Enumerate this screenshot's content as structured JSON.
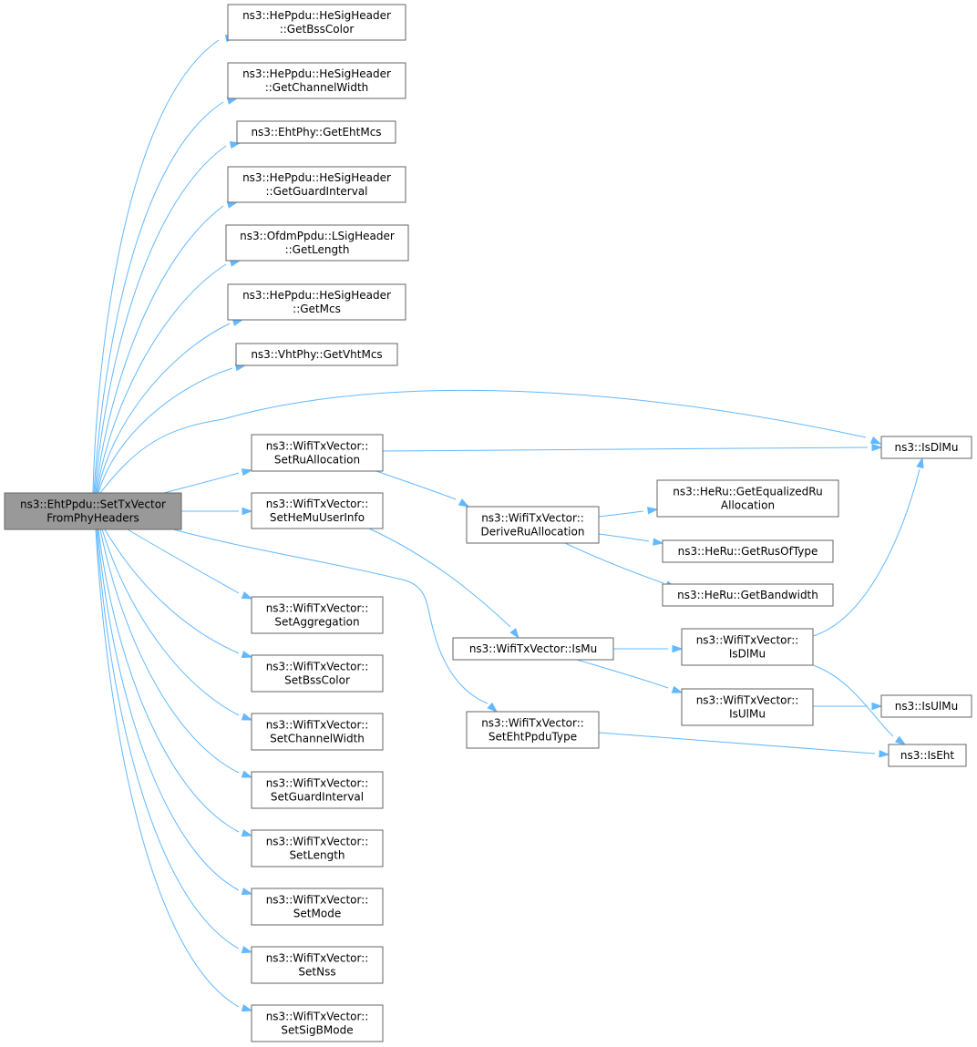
{
  "diagram": {
    "type": "call-graph",
    "edge_color": "#63b8ff",
    "root_fill": "#999999",
    "node_border": "#666666",
    "nodes": [
      {
        "id": "root",
        "lines": [
          "ns3::EhtPpdu::SetTxVector",
          "FromPhyHeaders"
        ],
        "root": true
      },
      {
        "id": "he_getbsscolor",
        "lines": [
          "ns3::HePpdu::HeSigHeader",
          "::GetBssColor"
        ]
      },
      {
        "id": "he_getchannelwidth",
        "lines": [
          "ns3::HePpdu::HeSigHeader",
          "::GetChannelWidth"
        ]
      },
      {
        "id": "eht_getehtmcs",
        "lines": [
          "ns3::EhtPhy::GetEhtMcs"
        ]
      },
      {
        "id": "he_getguardinterval",
        "lines": [
          "ns3::HePpdu::HeSigHeader",
          "::GetGuardInterval"
        ]
      },
      {
        "id": "ofdm_getlength",
        "lines": [
          "ns3::OfdmPpdu::LSigHeader",
          "::GetLength"
        ]
      },
      {
        "id": "he_getmcs",
        "lines": [
          "ns3::HePpdu::HeSigHeader",
          "::GetMcs"
        ]
      },
      {
        "id": "vht_getvhtmcs",
        "lines": [
          "ns3::VhtPhy::GetVhtMcs"
        ]
      },
      {
        "id": "setruallocation",
        "lines": [
          "ns3::WifiTxVector::",
          "SetRuAllocation"
        ]
      },
      {
        "id": "isdlmu_free",
        "lines": [
          "ns3::IsDlMu"
        ]
      },
      {
        "id": "sethemuuserinfo",
        "lines": [
          "ns3::WifiTxVector::",
          "SetHeMuUserInfo"
        ]
      },
      {
        "id": "deriveruallocation",
        "lines": [
          "ns3::WifiTxVector::",
          "DeriveRuAllocation"
        ]
      },
      {
        "id": "getequalizedru",
        "lines": [
          "ns3::HeRu::GetEqualizedRu",
          "Allocation"
        ]
      },
      {
        "id": "getrusoftype",
        "lines": [
          "ns3::HeRu::GetRusOfType"
        ]
      },
      {
        "id": "getbandwidth",
        "lines": [
          "ns3::HeRu::GetBandwidth"
        ]
      },
      {
        "id": "setaggregation",
        "lines": [
          "ns3::WifiTxVector::",
          "SetAggregation"
        ]
      },
      {
        "id": "ismu",
        "lines": [
          "ns3::WifiTxVector::IsMu"
        ]
      },
      {
        "id": "txv_isdlmu",
        "lines": [
          "ns3::WifiTxVector::",
          "IsDlMu"
        ]
      },
      {
        "id": "setbsscolor",
        "lines": [
          "ns3::WifiTxVector::",
          "SetBssColor"
        ]
      },
      {
        "id": "txv_isulmu",
        "lines": [
          "ns3::WifiTxVector::",
          "IsUlMu"
        ]
      },
      {
        "id": "isulmu_free",
        "lines": [
          "ns3::IsUlMu"
        ]
      },
      {
        "id": "setchannelwidth",
        "lines": [
          "ns3::WifiTxVector::",
          "SetChannelWidth"
        ]
      },
      {
        "id": "setehtppdutype",
        "lines": [
          "ns3::WifiTxVector::",
          "SetEhtPpduType"
        ]
      },
      {
        "id": "iseht_free",
        "lines": [
          "ns3::IsEht"
        ]
      },
      {
        "id": "setguardinterval",
        "lines": [
          "ns3::WifiTxVector::",
          "SetGuardInterval"
        ]
      },
      {
        "id": "setlength",
        "lines": [
          "ns3::WifiTxVector::",
          "SetLength"
        ]
      },
      {
        "id": "setmode",
        "lines": [
          "ns3::WifiTxVector::",
          "SetMode"
        ]
      },
      {
        "id": "setnss",
        "lines": [
          "ns3::WifiTxVector::",
          "SetNss"
        ]
      },
      {
        "id": "setsigbmode",
        "lines": [
          "ns3::WifiTxVector::",
          "SetSigBMode"
        ]
      }
    ],
    "edges": [
      {
        "from": "root",
        "to": "he_getbsscolor"
      },
      {
        "from": "root",
        "to": "he_getchannelwidth"
      },
      {
        "from": "root",
        "to": "eht_getehtmcs"
      },
      {
        "from": "root",
        "to": "he_getguardinterval"
      },
      {
        "from": "root",
        "to": "ofdm_getlength"
      },
      {
        "from": "root",
        "to": "he_getmcs"
      },
      {
        "from": "root",
        "to": "vht_getvhtmcs"
      },
      {
        "from": "root",
        "to": "isdlmu_free"
      },
      {
        "from": "root",
        "to": "setruallocation"
      },
      {
        "from": "root",
        "to": "sethemuuserinfo"
      },
      {
        "from": "root",
        "to": "setehtppdutype"
      },
      {
        "from": "root",
        "to": "setaggregation"
      },
      {
        "from": "root",
        "to": "setbsscolor"
      },
      {
        "from": "root",
        "to": "setchannelwidth"
      },
      {
        "from": "root",
        "to": "setguardinterval"
      },
      {
        "from": "root",
        "to": "setlength"
      },
      {
        "from": "root",
        "to": "setmode"
      },
      {
        "from": "root",
        "to": "setnss"
      },
      {
        "from": "root",
        "to": "setsigbmode"
      },
      {
        "from": "setruallocation",
        "to": "isdlmu_free"
      },
      {
        "from": "setruallocation",
        "to": "deriveruallocation"
      },
      {
        "from": "sethemuuserinfo",
        "to": "ismu"
      },
      {
        "from": "deriveruallocation",
        "to": "getequalizedru"
      },
      {
        "from": "deriveruallocation",
        "to": "getrusoftype"
      },
      {
        "from": "deriveruallocation",
        "to": "getbandwidth"
      },
      {
        "from": "ismu",
        "to": "txv_isdlmu"
      },
      {
        "from": "ismu",
        "to": "txv_isulmu"
      },
      {
        "from": "txv_isdlmu",
        "to": "isdlmu_free"
      },
      {
        "from": "txv_isdlmu",
        "to": "iseht_free"
      },
      {
        "from": "txv_isulmu",
        "to": "isulmu_free"
      },
      {
        "from": "setehtppdutype",
        "to": "iseht_free"
      }
    ]
  }
}
